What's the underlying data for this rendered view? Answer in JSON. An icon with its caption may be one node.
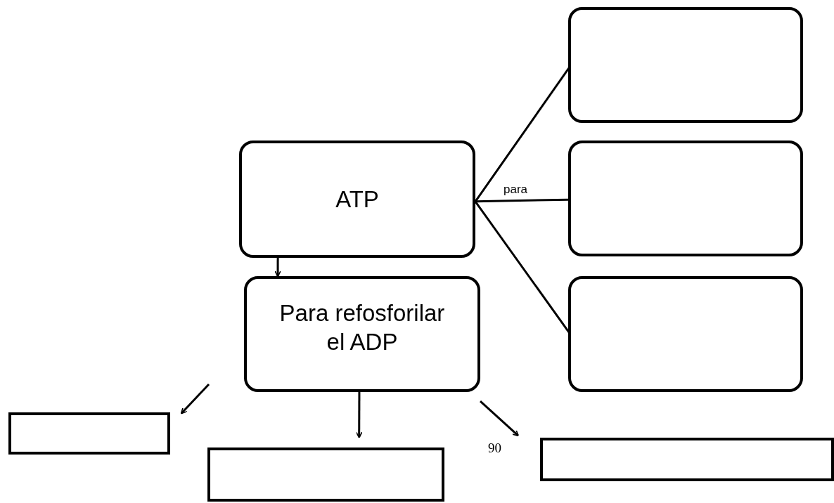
{
  "diagram": {
    "nodes": [
      {
        "text": [
          "ATP"
        ]
      },
      {
        "text": [],
        "shape": "box"
      },
      {
        "text": [],
        "shape": "box"
      },
      {
        "text": [],
        "shape": "box"
      },
      {
        "text": [
          "Para refosforilar el ADP"
        ]
      },
      {
        "text": [],
        "shape": "box"
      },
      {
        "text": [],
        "shape": "box"
      },
      {
        "text": [],
        "shape": "box"
      }
    ],
    "edges": [
      {
        "from": 0,
        "to": 1,
        "arrow": "none"
      },
      {
        "from": 0,
        "to": 2,
        "arrow": "none",
        "label": "para"
      },
      {
        "from": 0,
        "to": 3,
        "arrow": "none"
      },
      {
        "from": 0,
        "to": 4,
        "arrow": "to"
      },
      {
        "from": null,
        "to": 5,
        "arrow": "to"
      },
      {
        "from": 4,
        "to": 6,
        "arrow": "to"
      },
      {
        "from": 4,
        "to": 7,
        "arrow": "to"
      }
    ],
    "labels": [
      "90"
    ]
  }
}
